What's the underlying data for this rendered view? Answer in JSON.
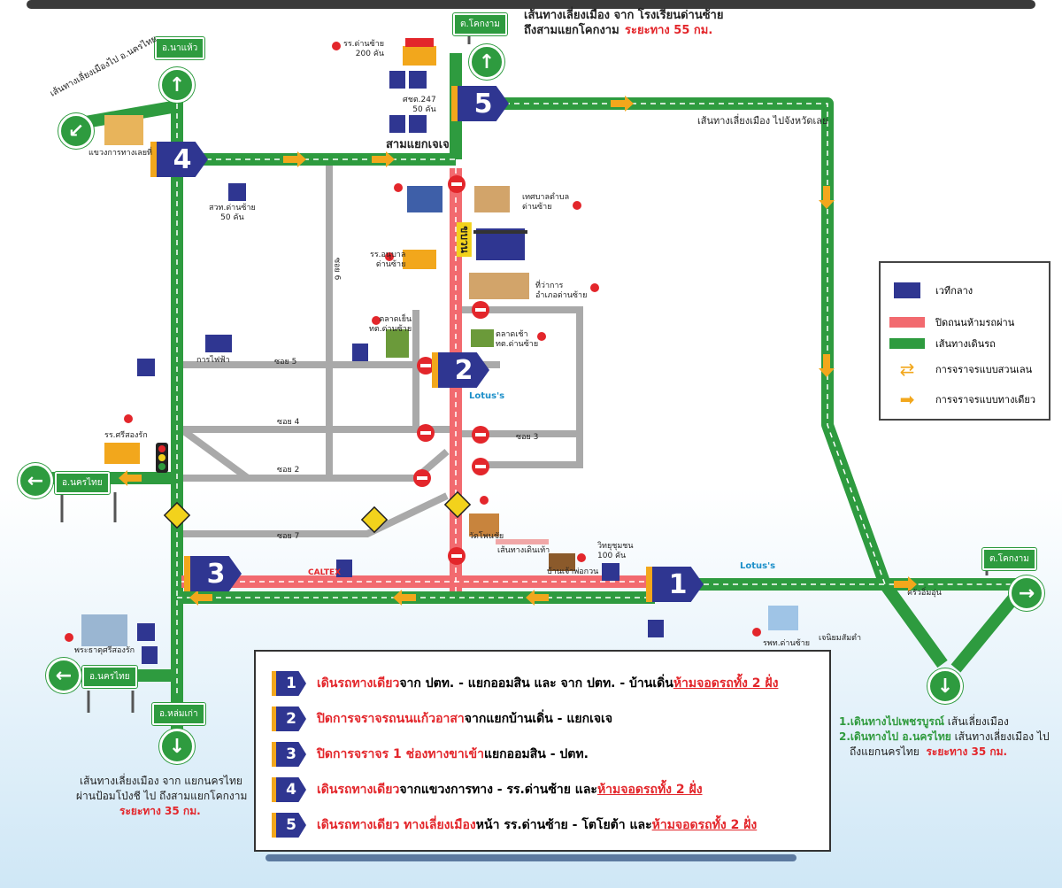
{
  "colors": {
    "road_green": "#2e9b3f",
    "road_closed": "#f26a6f",
    "road_gray": "#a9a9a9",
    "number_badge": "#2f3691",
    "arrow": "#f2a71c",
    "red_text": "#e3262b"
  },
  "header_note": {
    "line1": "เส้นทางเลี่ยงเมือง จาก โรงเรียนด่านซ้าย",
    "line2": "ถึงสามแยกโคกงาม",
    "distance": "ระยะทาง 55 กม."
  },
  "signs": {
    "top_center": "ต.โคกงาม",
    "top_left": "อ.นาแห้ว",
    "left_mid": "อ.นครไทย",
    "left_low": "อ.นครไทย",
    "bottom": "อ.หล่มเก่า",
    "right": "ต.โคกงาม"
  },
  "badges": [
    "1",
    "2",
    "3",
    "4",
    "5"
  ],
  "labels": {
    "school_top": "รร.ด่านซ้าย\n200 คัน",
    "soc247": "ศชต.247\n50 คัน",
    "junction": "สามแยกเจเจ",
    "bypass_loei": "เส้นทางเลี่ยงเมือง ไปจังหวัดเลย",
    "bypass_nakhonthai": "เส้นทางเลี่ยงเมืองไป อ.นครไทย",
    "highway_office": "แขวงการทางเลยที่",
    "sawatho": "สวท.ด่านซ้าย\n50 คัน",
    "municipality": "เทศบาลตำบล\nด่านซ้าย",
    "kindergarten": "รร.อนุบาล\nด่านซ้าย",
    "district_office": "ที่ว่าการ\nอำเภอด่านซ้าย",
    "evening_market": "ตลาดเย็น\nทต.ด่านซ้าย",
    "morning_market": "ตลาดเช้า\nทต.ด่านซ้าย",
    "power": "การไฟฟ้า",
    "sriserng": "รร.ศรีสองรัก",
    "temple": "วัดโพนชัย",
    "walkway": "เส้นทางเดินเท้า",
    "chao_pho": "บ้านเจ้าพ่อกวน",
    "radio": "วิทยุชุมชน\n100 คัน",
    "stupa": "พระธาตุศรีสองรัก",
    "kitchen": "ครัวอิ่มอุ่น",
    "jeniyom": "เจนิยมสัมตำ",
    "hospital": "รพท.ด่านซ้าย",
    "stage": "ขบวน",
    "lotus": "Lotus's",
    "caltex": "CALTEX",
    "soi6": "ซอย 6",
    "soi5": "ซอย 5",
    "soi4": "ซอย 4",
    "soi2": "ซอย 2",
    "soi7": "ซอย 7",
    "soi3": "ซอย 3"
  },
  "legend": {
    "stage": "เวทีกลาง",
    "closed": "ปิดถนนห้ามรถผ่าน",
    "route": "เส้นทางเดินรถ",
    "two_way": "การจราจรแบบสวนเลน",
    "one_way": "การจราจรแบบทางเดียว"
  },
  "notes_right": {
    "l1a": "1.เดินทางไปเพชรบูรณ์",
    "l1b": " เส้นเลี่ยงเมือง",
    "l2a": "2.เดินทางไป อ.นครไทย",
    "l2b": " เส้นทางเลี่ยงเมือง ไป",
    "l3a": "ถึงแยกนครไทย",
    "l3b": "ระยะทาง 35 กม."
  },
  "notes_bottom_left": {
    "l1": "เส้นทางเลี่ยงเมือง จาก แยกนครไทย",
    "l2": "ผ่านป้อมโป่งชี ไป ถึงสามแยกโคกงาม",
    "l3": "ระยะทาง 35 กม."
  },
  "instructions": [
    {
      "num": "1",
      "red": "เดินรถทางเดียว",
      "text": " จาก ปตท. - แยกออมสิน และ จาก ปตท. - บ้านเดิ่น ",
      "warn": "ห้ามจอดรถทั้ง 2 ฝั่ง"
    },
    {
      "num": "2",
      "red": "ปิดการจราจรถนนแก้วอาสา",
      "text": " จากแยกบ้านเดิ่น - แยกเจเจ",
      "warn": ""
    },
    {
      "num": "3",
      "red": "ปิดการจราจร 1 ช่องทางขาเข้า",
      "text": " แยกออมสิน - ปตท.",
      "warn": ""
    },
    {
      "num": "4",
      "red": "เดินรถทางเดียว",
      "text": " จากแขวงการทาง - รร.ด่านซ้าย และ",
      "warn": "ห้ามจอดรถทั้ง 2 ฝั่ง"
    },
    {
      "num": "5",
      "red": "เดินรถทางเดียว ทางเลี่ยงเมือง",
      "text": " หน้า รร.ด่านซ้าย - โตโยต้า และ",
      "warn": "ห้ามจอดรถทั้ง 2 ฝั่ง"
    }
  ]
}
